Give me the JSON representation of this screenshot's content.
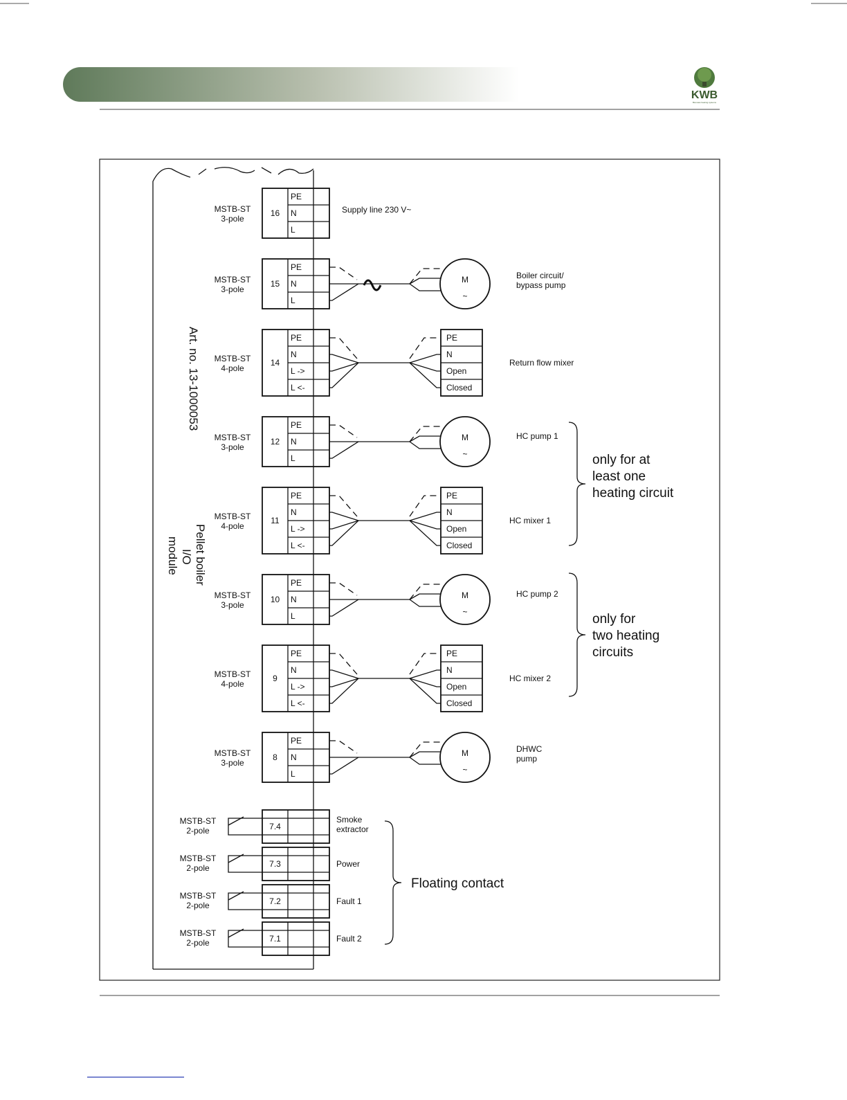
{
  "brand": {
    "logo_text": "KWB",
    "logo_sub": "Biomass heating systems",
    "header_gradient_start": "#5f7a5a",
    "header_gradient_end": "#ffffff"
  },
  "module": {
    "art_no": "Art. no. 13-1000053",
    "name_lines": [
      "Pellet boiler",
      "I/O",
      "module"
    ]
  },
  "terminals": [
    {
      "id": "16",
      "type_line1": "MSTB-ST",
      "type_line2": "3-pole",
      "pins": [
        "PE",
        "N",
        "L"
      ],
      "device": "supply",
      "label": [
        "Supply line 230 V~"
      ]
    },
    {
      "id": "15",
      "type_line1": "MSTB-ST",
      "type_line2": "3-pole",
      "pins": [
        "PE",
        "N",
        "L"
      ],
      "device": "motor",
      "motor_label": "M",
      "motor_sub": "~",
      "wavy": true,
      "label": [
        "Boiler circuit/",
        "bypass pump"
      ]
    },
    {
      "id": "14",
      "type_line1": "MSTB-ST",
      "type_line2": "4-pole",
      "pins": [
        "PE",
        "N",
        "L ->",
        "L <-"
      ],
      "device": "mixer",
      "device_pins": [
        "PE",
        "N",
        "Open",
        "Closed"
      ],
      "label": [
        "Return flow mixer"
      ]
    },
    {
      "id": "12",
      "type_line1": "MSTB-ST",
      "type_line2": "3-pole",
      "pins": [
        "PE",
        "N",
        "L"
      ],
      "device": "motor",
      "motor_label": "M",
      "motor_sub": "~",
      "label": [
        "HC pump 1"
      ]
    },
    {
      "id": "11",
      "type_line1": "MSTB-ST",
      "type_line2": "4-pole",
      "pins": [
        "PE",
        "N",
        "L ->",
        "L <-"
      ],
      "device": "mixer",
      "device_pins": [
        "PE",
        "N",
        "Open",
        "Closed"
      ],
      "label": [
        "HC mixer 1"
      ]
    },
    {
      "id": "10",
      "type_line1": "MSTB-ST",
      "type_line2": "3-pole",
      "pins": [
        "PE",
        "N",
        "L"
      ],
      "device": "motor",
      "motor_label": "M",
      "motor_sub": "~",
      "label": [
        "HC pump 2"
      ]
    },
    {
      "id": "9",
      "type_line1": "MSTB-ST",
      "type_line2": "4-pole",
      "pins": [
        "PE",
        "N",
        "L ->",
        "L <-"
      ],
      "device": "mixer",
      "device_pins": [
        "PE",
        "N",
        "Open",
        "Closed"
      ],
      "label": [
        "HC mixer 2"
      ]
    },
    {
      "id": "8",
      "type_line1": "MSTB-ST",
      "type_line2": "3-pole",
      "pins": [
        "PE",
        "N",
        "L"
      ],
      "device": "motor",
      "motor_label": "M",
      "motor_sub": "~",
      "label": [
        "DHWC",
        "pump"
      ]
    }
  ],
  "contacts": [
    {
      "id": "7.4",
      "type_line1": "MSTB-ST",
      "type_line2": "2-pole",
      "label": [
        "Smoke",
        "extractor"
      ]
    },
    {
      "id": "7.3",
      "type_line1": "MSTB-ST",
      "type_line2": "2-pole",
      "label": [
        "Power"
      ]
    },
    {
      "id": "7.2",
      "type_line1": "MSTB-ST",
      "type_line2": "2-pole",
      "label": [
        "Fault 1"
      ]
    },
    {
      "id": "7.1",
      "type_line1": "MSTB-ST",
      "type_line2": "2-pole",
      "label": [
        "Fault 2"
      ]
    }
  ],
  "groups": [
    {
      "lines": [
        "only for at",
        "least one",
        "heating circuit"
      ]
    },
    {
      "lines": [
        "only for",
        "two heating",
        "circuits"
      ]
    },
    {
      "lines": [
        "Floating contact"
      ]
    }
  ]
}
